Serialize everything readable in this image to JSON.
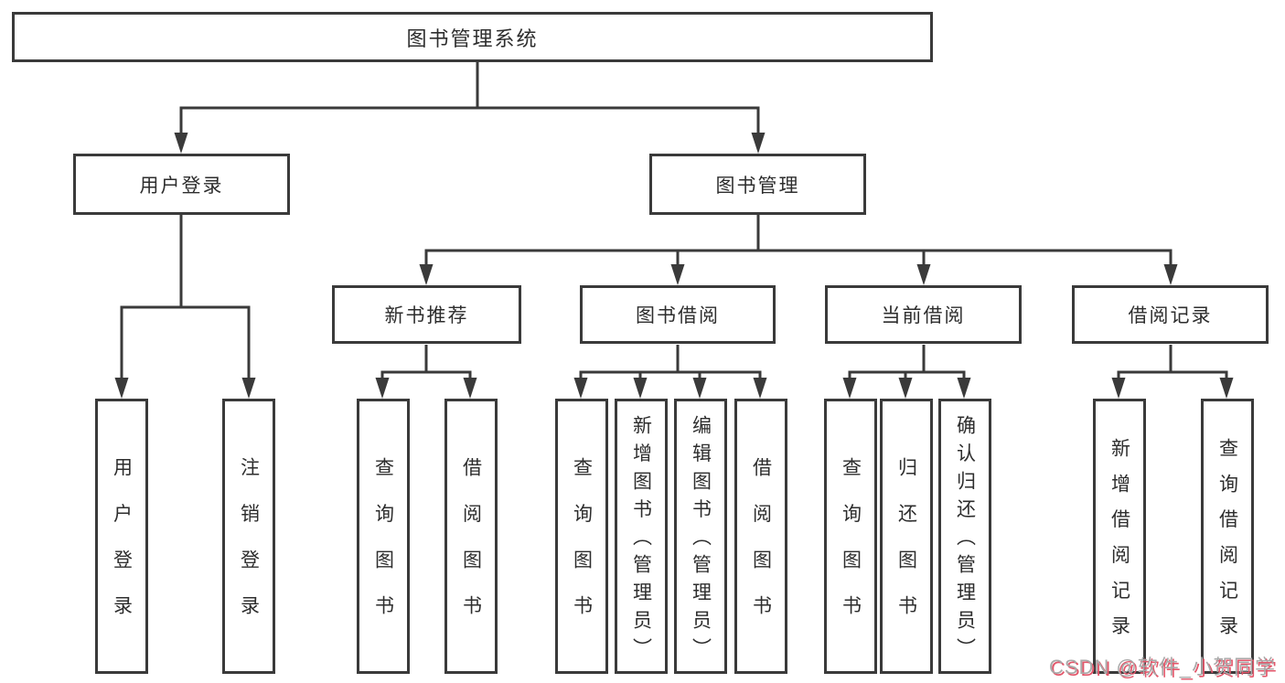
{
  "nodes": {
    "root": {
      "label": "图书管理系统"
    },
    "level2": [
      {
        "label": "用户登录"
      },
      {
        "label": "图书管理"
      }
    ],
    "level3": [
      {
        "label": "新书推荐"
      },
      {
        "label": "图书借阅"
      },
      {
        "label": "当前借阅"
      },
      {
        "label": "借阅记录"
      }
    ],
    "leaves": [
      {
        "label": "用户登录",
        "parent": "用户登录"
      },
      {
        "label": "注销登录",
        "parent": "用户登录"
      },
      {
        "label": "查询图书",
        "parent": "新书推荐"
      },
      {
        "label": "借阅图书",
        "parent": "新书推荐"
      },
      {
        "label": "查询图书",
        "parent": "图书借阅"
      },
      {
        "label": "新增图书（管理员）",
        "parent": "图书借阅"
      },
      {
        "label": "编辑图书（管理员）",
        "parent": "图书借阅"
      },
      {
        "label": "借阅图书",
        "parent": "图书借阅"
      },
      {
        "label": "查询图书",
        "parent": "当前借阅"
      },
      {
        "label": "归还图书",
        "parent": "当前借阅"
      },
      {
        "label": "确认归还（管理员）",
        "parent": "当前借阅"
      },
      {
        "label": "新增借阅记录",
        "parent": "借阅记录"
      },
      {
        "label": "查询借阅记录",
        "parent": "借阅记录"
      }
    ]
  },
  "watermark": {
    "text": "CSDN @软件_小贺同学"
  },
  "colors": {
    "line": "#3a3a3a",
    "box_border": "#3a3a3a",
    "text": "#2d2d2d",
    "background": "#ffffff",
    "watermark_text": "#a9a9a9",
    "watermark_shadow": "#e3566a"
  }
}
